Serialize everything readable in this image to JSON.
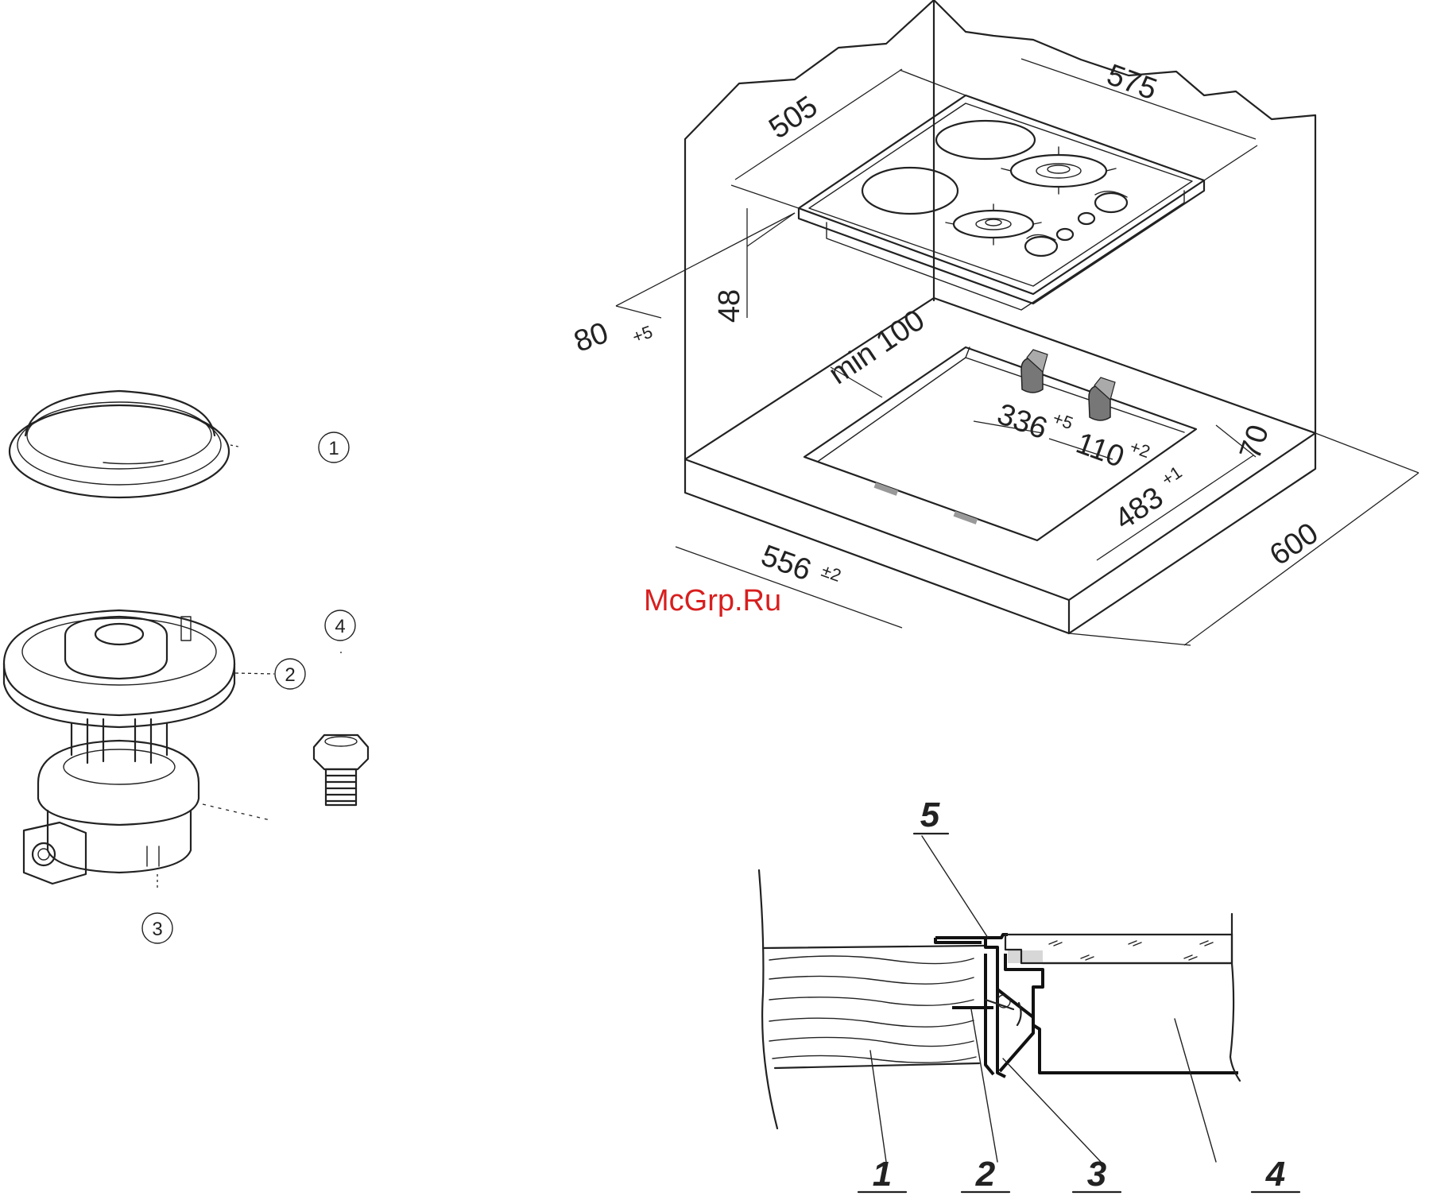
{
  "watermark": "McGrp.Ru",
  "burner_parts": {
    "labels": [
      "1",
      "2",
      "3",
      "4"
    ]
  },
  "installation_dimensions": {
    "hob_width": "575",
    "hob_depth": "505",
    "hob_height": "48",
    "back_clearance": "80",
    "back_clearance_tol": "+5",
    "side_clearance": "min 100",
    "cutout_width": "556",
    "cutout_width_tol": "±2",
    "cutout_depth": "483",
    "cutout_depth_tol": "+1",
    "bracket_spacing_a": "336",
    "bracket_spacing_a_tol": "+5",
    "bracket_spacing_b": "110",
    "bracket_spacing_b_tol": "+2",
    "front_edge": "70",
    "worktop_depth": "600"
  },
  "cross_section": {
    "labels": [
      "5",
      "1",
      "2",
      "3",
      "4"
    ]
  },
  "colors": {
    "line": "#222222",
    "watermark": "#d81e1e",
    "background": "#ffffff"
  }
}
